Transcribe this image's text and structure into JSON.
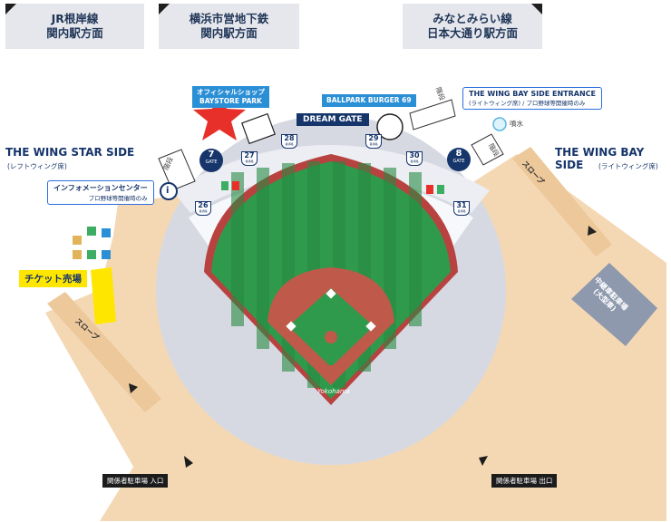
{
  "directions": [
    {
      "line1": "JR根岸線",
      "line2": "関内駅方面"
    },
    {
      "line1": "横浜市営地下鉄",
      "line2": "関内駅方面"
    },
    {
      "line1": "みなとみらい線",
      "line2": "日本大通り駅方面"
    }
  ],
  "sides": {
    "star": {
      "title": "THE WING STAR SIDE",
      "sub": "(レフトウィング席)"
    },
    "bay": {
      "title": "THE WING BAY SIDE",
      "sub": "(ライトウィング席)"
    }
  },
  "labels": {
    "official_shop": "オフィシャルショップ",
    "baystore": "BAYSTORE PARK",
    "ballpark_burger": "BALLPARK BURGER 69",
    "dream_gate": "DREAM GATE",
    "bay_entrance_title": "THE WING BAY SIDE ENTRANCE",
    "bay_entrance_sub": "(ライトウィング席) / プロ野球等開催時のみ",
    "info_center": "インフォメーションセンター",
    "info_center_sub": "プロ野球等開催時のみ",
    "ticket": "チケット売場",
    "fountain": "噴水",
    "stairs_left": "階段",
    "stairs_top": "階段",
    "stairs_right": "階段",
    "slope_left": "スロープ",
    "slope_right": "スロープ",
    "parking_line1": "中継車駐車場",
    "parking_line2": "(大型車)",
    "entrance_parking": "関係者駐車場 入口",
    "exit_parking": "関係者駐車場 出口",
    "stadium_logo": "Yokohama"
  },
  "gates": [
    {
      "number": "7",
      "word": "GATE"
    },
    {
      "number": "8",
      "word": "GATE"
    }
  ],
  "sections": [
    "26",
    "27",
    "28",
    "29",
    "30",
    "31"
  ],
  "section_word": "番通路",
  "colors": {
    "field_green": "#2f9a4c",
    "field_green_dark": "#278a42",
    "infield_clay": "#bf5a4a",
    "warning_track": "#b8423f",
    "concourse": "#d7d9e2",
    "plaza": "#f4d8b4",
    "navy": "#16356b",
    "ticket_yellow": "#ffe600",
    "star_red": "#e8302a"
  }
}
